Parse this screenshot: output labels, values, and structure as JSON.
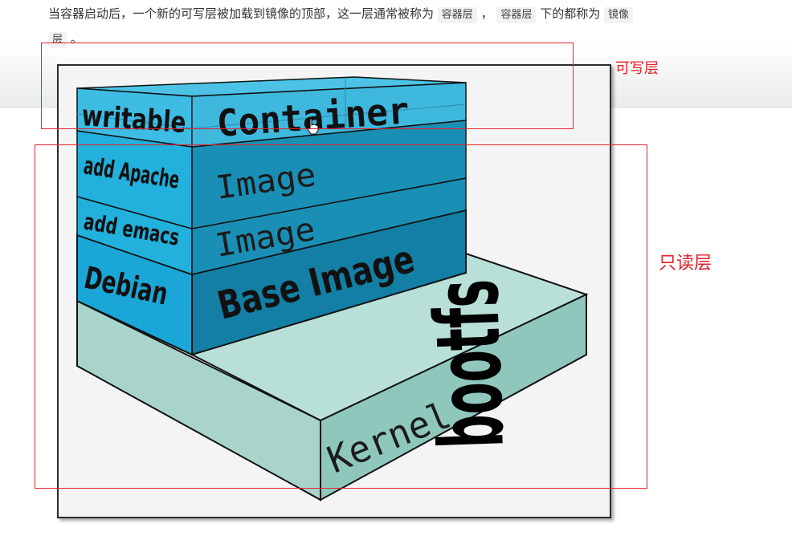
{
  "paragraph": {
    "part1": "当容器启动后，一个新的可写层被加载到镜像的顶部，这一层通常被称为",
    "code1": "容器层",
    "part2": "，",
    "code2": "容器层",
    "part3": "下的都称为",
    "code3": "镜像",
    "code3b": "层",
    "part4": "。"
  },
  "diagram": {
    "layers": [
      {
        "left_label": "writable",
        "right_label": "Container"
      },
      {
        "left_label": "add Apache",
        "right_label": "Image"
      },
      {
        "left_label": "add emacs",
        "right_label": "Image"
      },
      {
        "left_label": "Debian",
        "right_label": "Base Image"
      },
      {
        "top_label": "bootfs",
        "front_label": "Kernel"
      }
    ],
    "colors": {
      "container_face": "#3fb8de",
      "image_face": "#1a8fb5",
      "base_image_face": "#137fa5",
      "left_face": "#22a8d8",
      "bootfs_top": "#b8e0d8",
      "bootfs_front": "#9fd0c8",
      "outline": "#111111"
    }
  },
  "annotations": {
    "writable_label": "可写层",
    "readonly_label": "只读层",
    "color": "#e2222b"
  }
}
